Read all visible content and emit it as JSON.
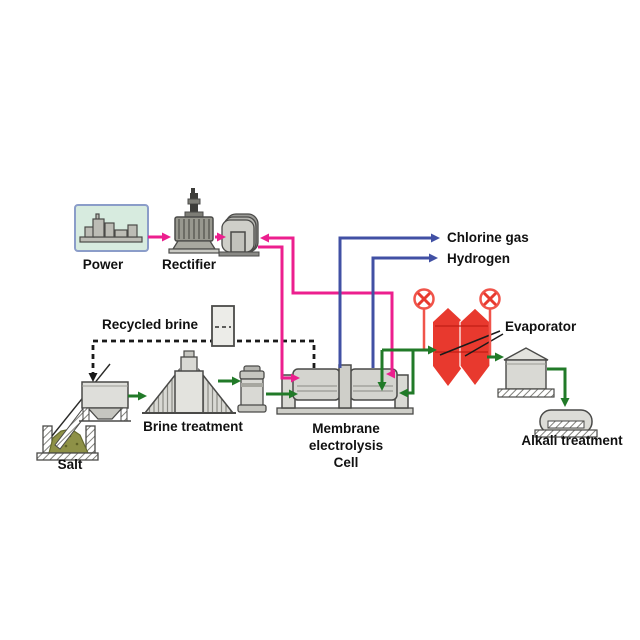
{
  "diagram": {
    "labels": {
      "power": "Power",
      "rectifier": "Rectifier",
      "chlorine_gas": "Chlorine gas",
      "hydrogen": "Hydrogen",
      "recycled_brine": "Recycled brine",
      "brine_treatment": "Brine treatment",
      "salt": "Salt",
      "membrane_cell": [
        "Membrane",
        "electrolysis",
        "Cell"
      ],
      "evaporator": "Evaporator",
      "alkali_treatment": "Alkali treatment"
    },
    "colors": {
      "power_line": "#ec1f8e",
      "gas_line": "#4150a4",
      "process_line": "#217a28",
      "recycle_line": "#1a1a1a",
      "evaporator_red": "#e8392e",
      "pump_red": "#f0544a",
      "equipment_fill": "#d9d9d4",
      "equipment_outline": "#4a4a48",
      "power_box_fill": "#d7ebdf",
      "power_box_border": "#8b9dc9",
      "salt_fill": "#8e9147"
    },
    "flows": [
      {
        "from": "Power",
        "to": "Rectifier",
        "type": "electricity"
      },
      {
        "from": "Rectifier",
        "to": "Transformer building",
        "type": "electricity"
      },
      {
        "from": "Transformer building",
        "to": "Membrane electrolysis Cell",
        "type": "electricity"
      },
      {
        "from": "Membrane electrolysis Cell",
        "to": "Chlorine gas",
        "type": "gas"
      },
      {
        "from": "Membrane electrolysis Cell",
        "to": "Hydrogen",
        "type": "gas"
      },
      {
        "from": "Membrane electrolysis Cell",
        "to": "Salt dissolver",
        "type": "recycled brine"
      },
      {
        "from": "Salt",
        "to": "Salt dissolver",
        "type": "conveyor"
      },
      {
        "from": "Salt dissolver",
        "to": "Brine treatment",
        "type": "brine"
      },
      {
        "from": "Brine treatment",
        "to": "Filter column",
        "type": "brine"
      },
      {
        "from": "Filter column",
        "to": "Membrane electrolysis Cell",
        "type": "brine"
      },
      {
        "from": "Membrane electrolysis Cell",
        "to": "Evaporator",
        "type": "caustic"
      },
      {
        "from": "Evaporator",
        "to": "Storage silo",
        "type": "caustic"
      },
      {
        "from": "Storage silo",
        "to": "Alkali treatment",
        "type": "caustic"
      }
    ]
  }
}
